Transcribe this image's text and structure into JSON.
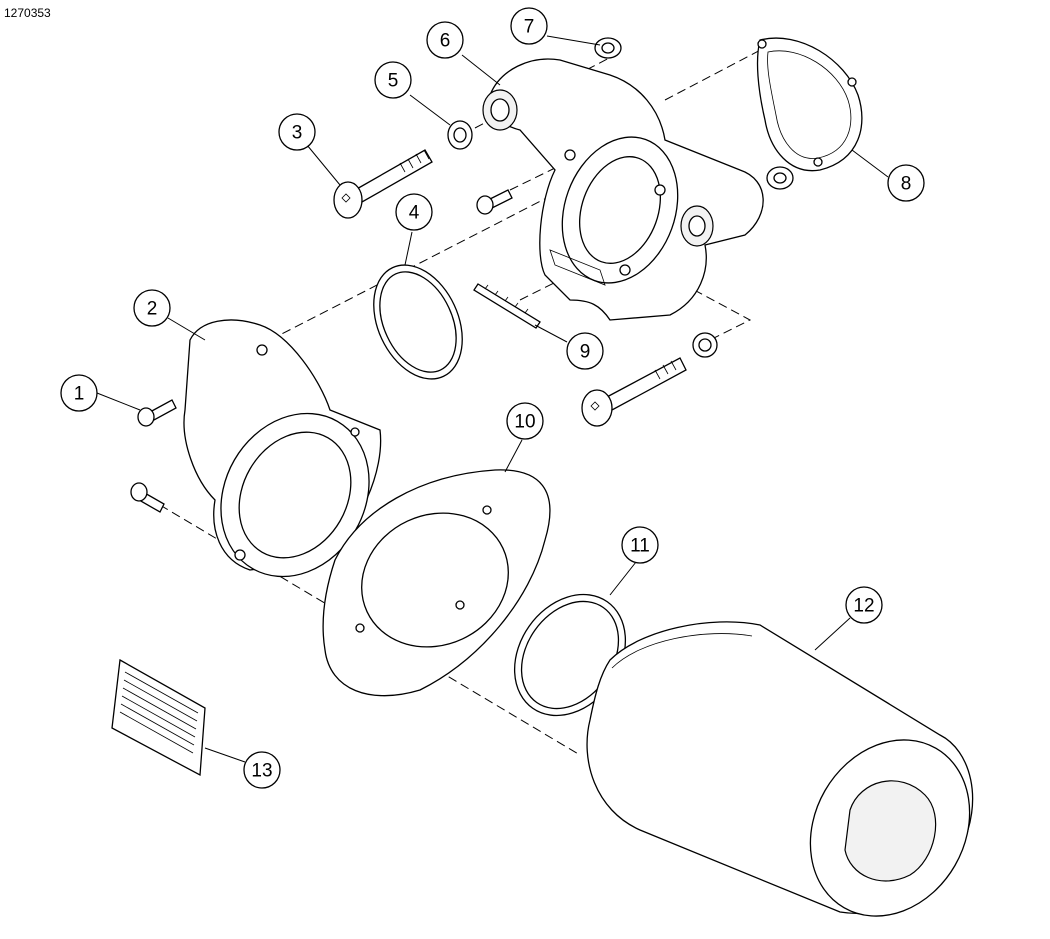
{
  "document_id": "1270353",
  "callouts": [
    {
      "number": "1"
    },
    {
      "number": "2"
    },
    {
      "number": "3"
    },
    {
      "number": "4"
    },
    {
      "number": "5"
    },
    {
      "number": "6"
    },
    {
      "number": "7"
    },
    {
      "number": "8"
    },
    {
      "number": "9"
    },
    {
      "number": "10"
    },
    {
      "number": "11"
    },
    {
      "number": "12"
    },
    {
      "number": "13"
    }
  ]
}
